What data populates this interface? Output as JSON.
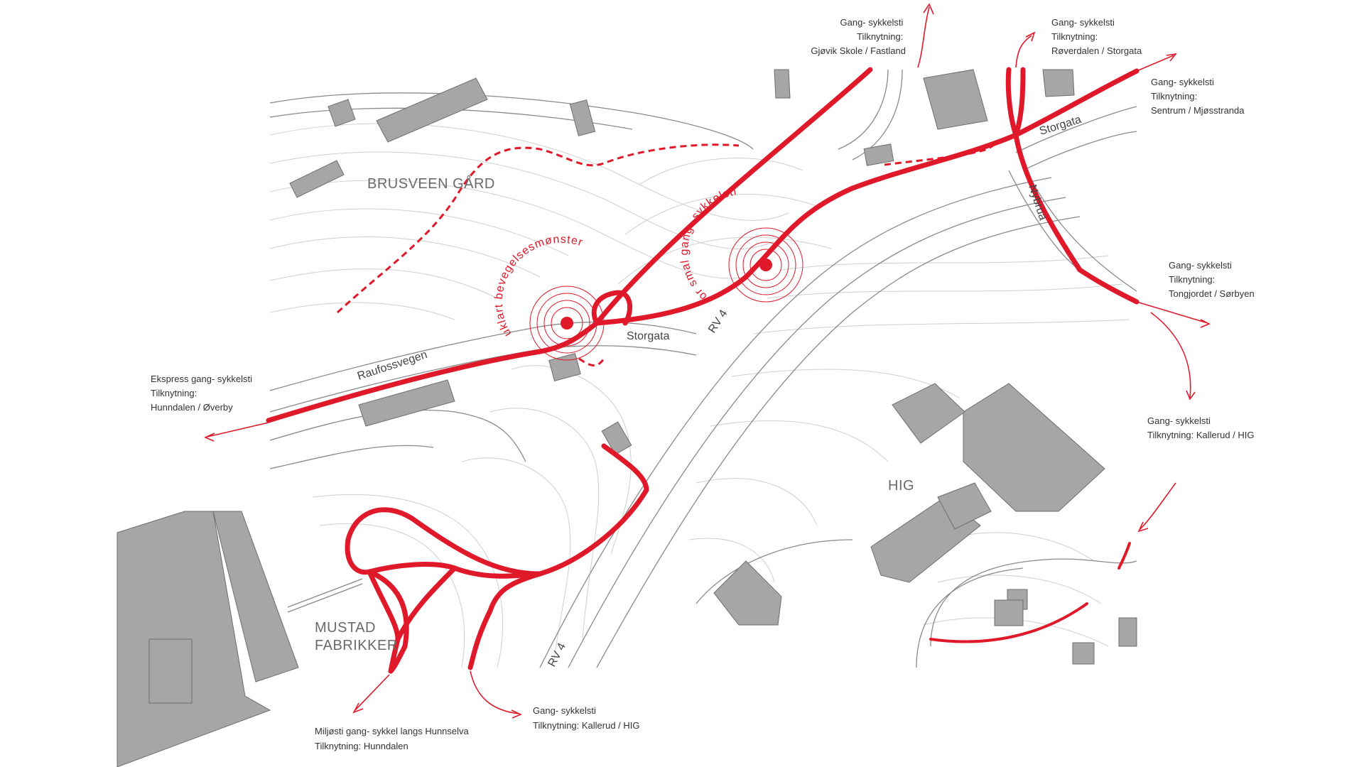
{
  "places": {
    "brusveen": "BRUSVEEN GÅRD",
    "hig": "HIG",
    "mustad_line1": "MUSTAD",
    "mustad_line2": "FABRIKKER"
  },
  "roads": {
    "raufossvegen": "Raufossvegen",
    "storgata_center": "Storgata",
    "storgata_ne": "Storgata",
    "nybrua": "Nybrua",
    "rv4_center": "RV 4",
    "rv4_south": "RV 4"
  },
  "issues": {
    "unclear": "uklart bevegelsesmønster",
    "narrow": "for smal gang- sykkelsti"
  },
  "connections": [
    {
      "id": "gjovik",
      "lines": [
        "Gang- sykkelsti",
        "Tilknytning:",
        "Gjøvik Skole / Fastland"
      ]
    },
    {
      "id": "roverdalen",
      "lines": [
        "Gang- sykkelsti",
        "Tilknytning:",
        "Røverdalen / Storgata"
      ]
    },
    {
      "id": "sentrum",
      "lines": [
        "Gang- sykkelsti",
        "Tilknytning:",
        "Sentrum / Mjøsstranda"
      ]
    },
    {
      "id": "tongjordet",
      "lines": [
        "Gang- sykkelsti",
        "Tilknytning:",
        "Tongjordet / Sørbyen"
      ]
    },
    {
      "id": "kallerud_hig_east",
      "lines": [
        "Gang- sykkelsti",
        "Tilknytning: Kallerud / HIG"
      ]
    },
    {
      "id": "ekspress",
      "lines": [
        "Ekspress gang- sykkelsti",
        "Tilknytning:",
        "Hunndalen / Øverby"
      ]
    },
    {
      "id": "miljosti",
      "lines": [
        "Miljøsti gang- sykkel langs Hunnselva",
        "Tilknytning: Hunndalen"
      ]
    },
    {
      "id": "kallerud_hig_south",
      "lines": [
        "Gang- sykkelsti",
        "Tilknytning: Kallerud / HIG"
      ]
    }
  ],
  "colors": {
    "path": "#e0192a",
    "building": "#a6a6a6",
    "contour": "#cfcfcf"
  }
}
